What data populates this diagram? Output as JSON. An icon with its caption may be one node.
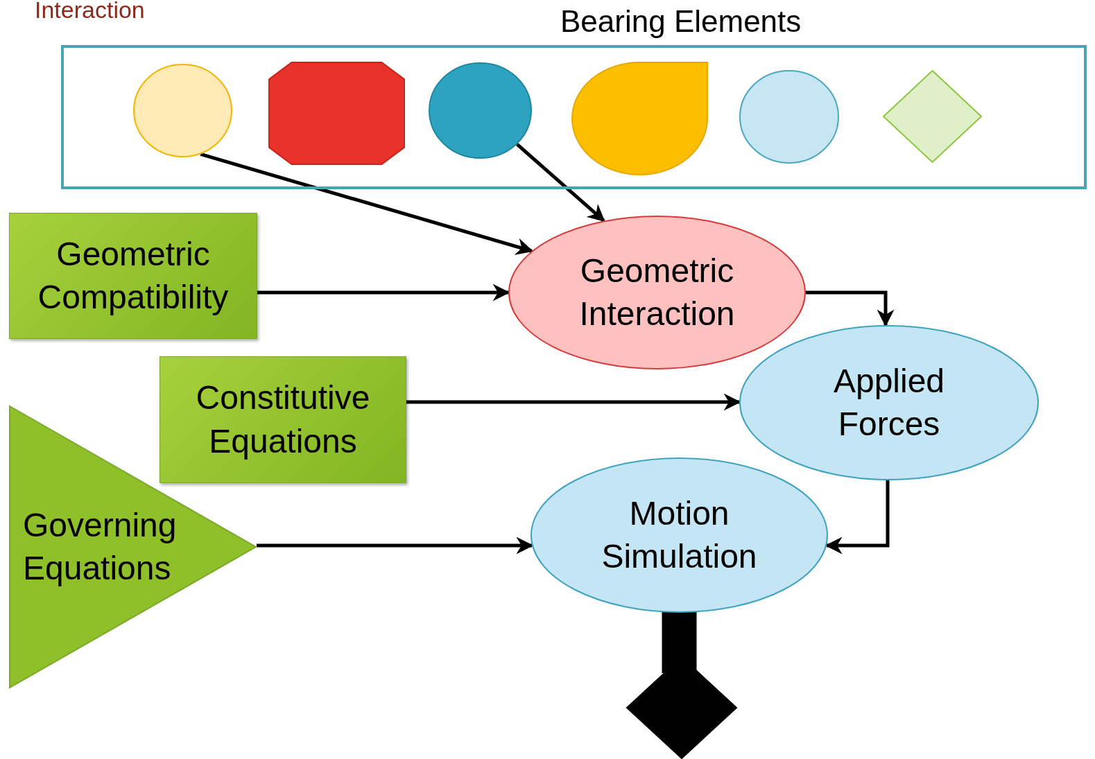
{
  "diagram": {
    "title": "Interaction",
    "nodes": [
      {
        "text": [
          "Bearing Elements"
        ]
      },
      {
        "text": [],
        "shape": "circle",
        "in": 0
      },
      {
        "text": [],
        "shape": "octagon",
        "in": 0
      },
      {
        "text": [],
        "shape": "circle",
        "in": 0
      },
      {
        "text": [],
        "shape": "drop",
        "in": 0
      },
      {
        "text": [],
        "shape": "circle",
        "in": 0
      },
      {
        "text": [],
        "shape": "diamond",
        "in": 0
      },
      {
        "text": [
          "Geometric Compatibility"
        ]
      },
      {
        "text": [
          "Geometric Interaction"
        ]
      },
      {
        "text": [
          "Constitutive Equations"
        ]
      },
      {
        "text": [
          "Applied Forces"
        ]
      },
      {
        "text": [
          "Governing Equations"
        ]
      },
      {
        "text": [
          "Motion Simulation"
        ]
      },
      {
        "text": [],
        "shape": "diamond"
      }
    ],
    "edges": [
      {
        "from": 1,
        "to": 8,
        "arrow": "to"
      },
      {
        "from": 3,
        "to": 8,
        "arrow": "to"
      },
      {
        "from": 7,
        "to": 8,
        "arrow": "to"
      },
      {
        "from": 8,
        "to": 10,
        "arrow": "to"
      },
      {
        "from": 9,
        "to": 10,
        "arrow": "to"
      },
      {
        "from": 11,
        "to": 12,
        "arrow": "to"
      },
      {
        "from": 10,
        "to": 12,
        "arrow": "to"
      },
      {
        "from": 12,
        "to": 13,
        "arrow": "none",
        "style": "thick"
      }
    ]
  }
}
